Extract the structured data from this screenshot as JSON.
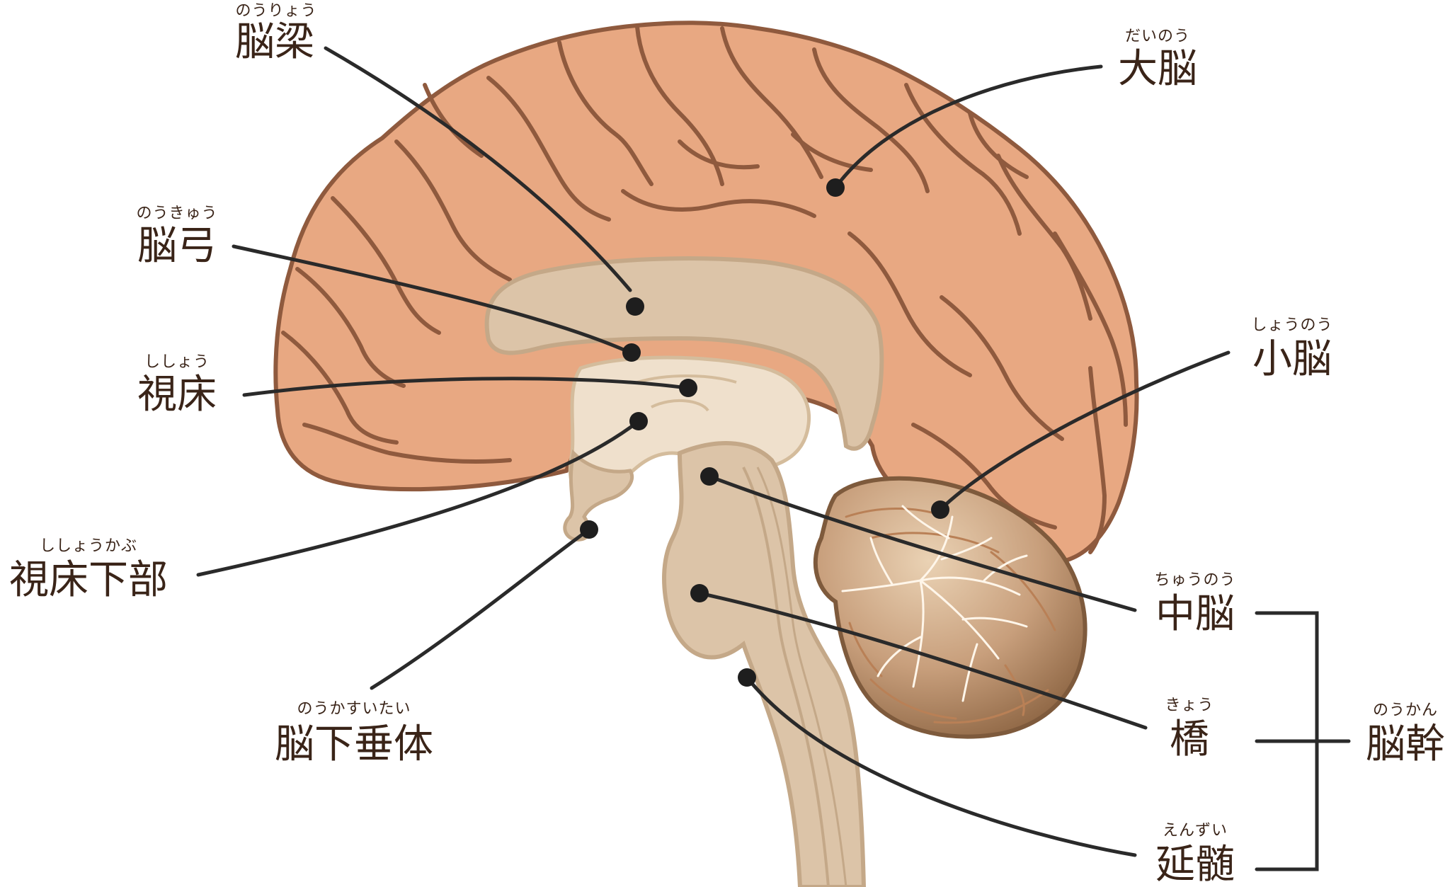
{
  "labels": {
    "corpus_callosum": {
      "text": "脳梁",
      "ruby": "のうりょう"
    },
    "cerebrum": {
      "text": "大脳",
      "ruby": "だいのう"
    },
    "fornix": {
      "text": "脳弓",
      "ruby": "のうきゅう"
    },
    "cerebellum": {
      "text": "小脳",
      "ruby": "しょうのう"
    },
    "thalamus": {
      "text": "視床",
      "ruby": "ししょう"
    },
    "hypothalamus": {
      "text": "視床下部",
      "ruby": "ししょうかぶ"
    },
    "midbrain": {
      "text": "中脳",
      "ruby": "ちゅうのう"
    },
    "pons": {
      "text": "橋",
      "ruby": "きょう"
    },
    "brainstem": {
      "text": "脳幹",
      "ruby": "のうかん"
    },
    "pituitary": {
      "text": "脳下垂体",
      "ruby": "のうかすいたい"
    },
    "medulla": {
      "text": "延髄",
      "ruby": "えんずい"
    }
  },
  "colors": {
    "cortex": "#e8a882",
    "cortex_outline": "#8f5a3e",
    "inner_structures": "#dcc4a8",
    "thalamus_light": "#efe0cc",
    "cerebellum": "#c9a27e",
    "cerebellum_white_matter": "#fff6ea",
    "leader_line": "#2a2a2a",
    "text": "#3a2418"
  }
}
